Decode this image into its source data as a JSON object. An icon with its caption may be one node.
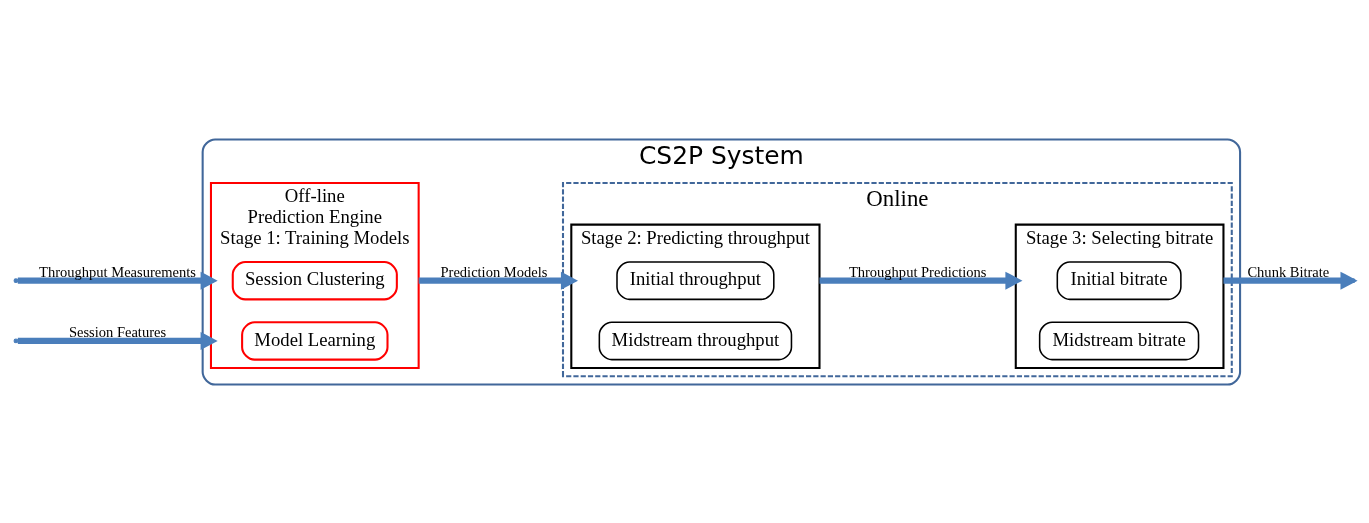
{
  "diagram": {
    "nodes": [
      {
        "text": [
          "CS2P System"
        ]
      },
      {
        "text": [
          "Off-line",
          "Prediction Engine",
          "Stage 1: Training Models"
        ],
        "in": 0
      },
      {
        "text": [
          "Session Clustering"
        ],
        "in": 1
      },
      {
        "text": [
          "Model Learning"
        ],
        "in": 1
      },
      {
        "text": [
          "Online"
        ],
        "in": 0
      },
      {
        "text": [
          "Stage 2: Predicting throughput"
        ],
        "in": 4
      },
      {
        "text": [
          "Initial throughput"
        ],
        "in": 5
      },
      {
        "text": [
          "Midstream throughput"
        ],
        "in": 5
      },
      {
        "text": [
          "Stage 3: Selecting bitrate"
        ],
        "in": 4
      },
      {
        "text": [
          "Initial bitrate"
        ],
        "in": 8
      },
      {
        "text": [
          "Midstream bitrate"
        ],
        "in": 8
      }
    ],
    "edges": [
      {
        "from": null,
        "to": 1,
        "arrow": "to",
        "label": "Throughput Measurements"
      },
      {
        "from": null,
        "to": 1,
        "arrow": "to",
        "label": "Session Features"
      },
      {
        "from": 1,
        "to": 5,
        "arrow": "to",
        "label": "Prediction Models"
      },
      {
        "from": 5,
        "to": 8,
        "arrow": "to",
        "label": "Throughput Predictions"
      },
      {
        "from": 8,
        "to": null,
        "arrow": "to",
        "label": "Chunk Bitrate"
      }
    ]
  }
}
